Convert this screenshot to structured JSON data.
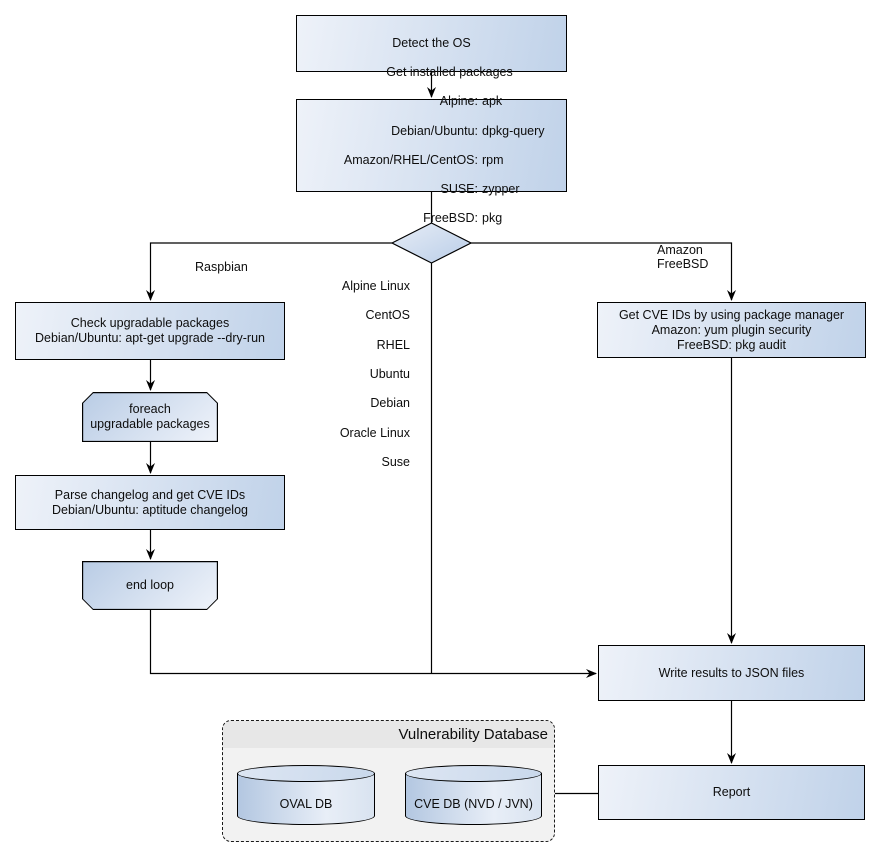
{
  "colors": {
    "node_fill_light": "#eef2f9",
    "node_fill_dark": "#c0d2e9",
    "node_stroke": "#000000",
    "panel_bg": "#f2f2f2",
    "panel_header_bg": "#e7e7e7",
    "connector": "#000000"
  },
  "diagram": {
    "nodes": {
      "detect_os": {
        "label": "Detect the OS"
      },
      "get_installed_packages": {
        "title": "Get installed packages",
        "rows": [
          {
            "label": "Alpine:",
            "value": "apk"
          },
          {
            "label": "Debian/Ubuntu:",
            "value": "dpkg-query"
          },
          {
            "label": "Amazon/RHEL/CentOS:",
            "value": "rpm"
          },
          {
            "label": "SUSE:",
            "value": "zypper"
          },
          {
            "label": "FreeBSD:",
            "value": "pkg"
          }
        ]
      },
      "check_upgradable": {
        "label": "Check upgradable packages\nDebian/Ubuntu: apt-get upgrade --dry-run"
      },
      "foreach_loop": {
        "label": "foreach\nupgradable packages"
      },
      "parse_changelog": {
        "label": "Parse changelog and get CVE IDs\nDebian/Ubuntu: aptitude changelog"
      },
      "end_loop": {
        "label": "end loop"
      },
      "get_cve_ids_pkg_manager": {
        "label": "Get CVE IDs by using package manager\nAmazon: yum plugin security\nFreeBSD: pkg audit"
      },
      "write_json": {
        "label": "Write results to JSON files"
      },
      "report": {
        "label": "Report"
      },
      "oval_db": {
        "label": "OVAL DB"
      },
      "cve_db": {
        "label": "CVE DB (NVD / JVN)"
      }
    },
    "edge_labels": {
      "raspbian": "Raspbian",
      "amazon_freebsd": "Amazon\nFreeBSD",
      "os_list": [
        "Alpine Linux",
        "CentOS",
        "RHEL",
        "Ubuntu",
        "Debian",
        "Oracle Linux",
        "Suse"
      ]
    },
    "panel": {
      "title": "Vulnerability Database"
    }
  }
}
